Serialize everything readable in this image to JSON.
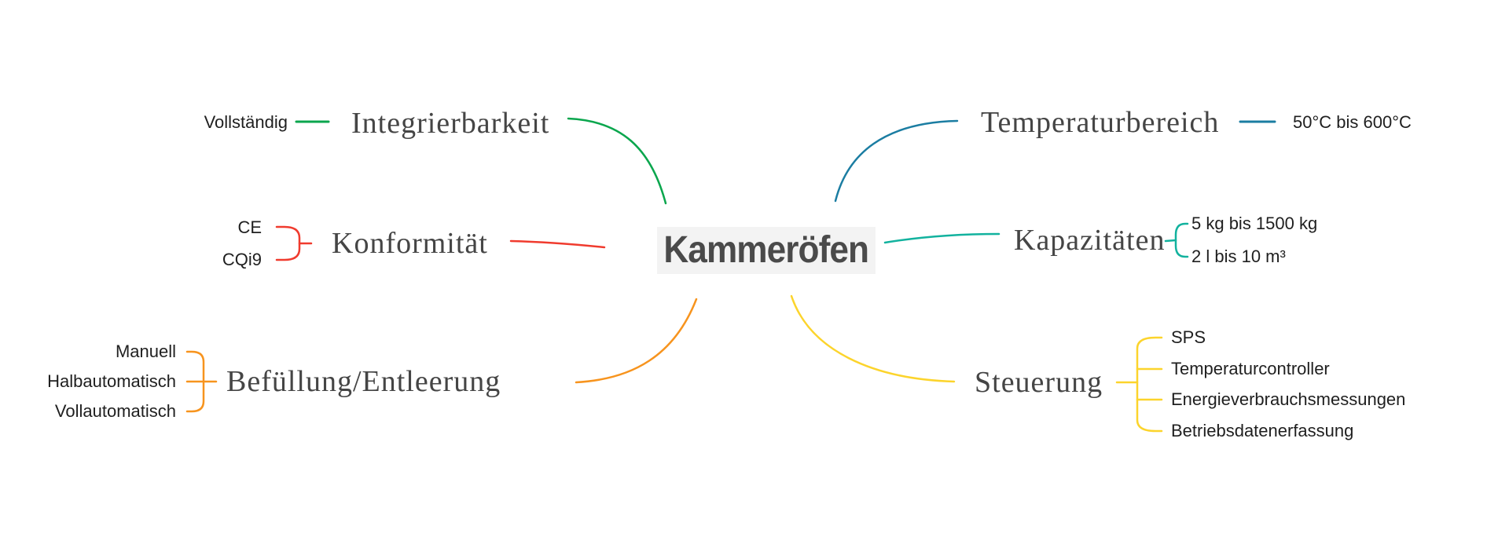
{
  "central": {
    "title": "Kammeröfen"
  },
  "branches": [
    {
      "id": "integrierbarkeit",
      "label": "Integrierbarkeit",
      "color": "#0aa64d",
      "children": [
        "Vollständig"
      ]
    },
    {
      "id": "konformitaet",
      "label": "Konformität",
      "color": "#f03b2e",
      "children": [
        "CE",
        "CQi9"
      ]
    },
    {
      "id": "befuellung",
      "label": "Befüllung/Entleerung",
      "color": "#f7941e",
      "children": [
        "Manuell",
        "Halbautomatisch",
        "Vollautomatisch"
      ]
    },
    {
      "id": "temperaturbereich",
      "label": "Temperaturbereich",
      "color": "#1b7da2",
      "children": [
        "50°C bis 600°C"
      ]
    },
    {
      "id": "kapazitaeten",
      "label": "Kapazitäten",
      "color": "#12b29e",
      "children": [
        "5 kg bis 1500 kg",
        "2 l bis 10 m³"
      ]
    },
    {
      "id": "steuerung",
      "label": "Steuerung",
      "color": "#fcd42c",
      "children": [
        "SPS",
        "Temperaturcontroller",
        "Energieverbrauchsmessungen",
        "Betriebsdatenerfassung"
      ]
    }
  ]
}
